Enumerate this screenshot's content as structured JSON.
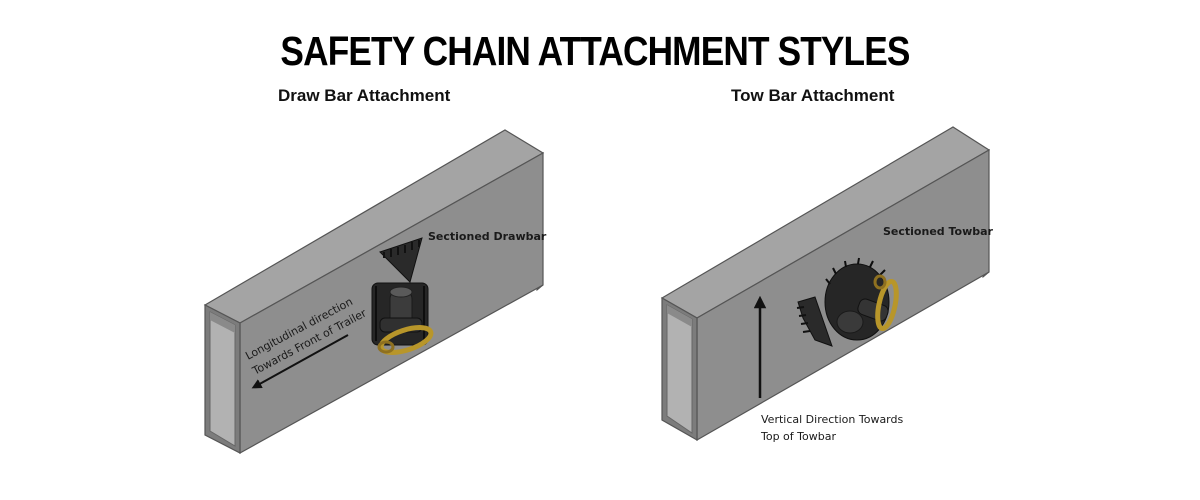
{
  "title": "SAFETY CHAIN ATTACHMENT STYLES",
  "left": {
    "heading": "Draw Bar Attachment",
    "section_label": "Sectioned Drawbar",
    "direction_line1": "Longitudinal direction",
    "direction_line2": "Towards Front of Trailer"
  },
  "right": {
    "heading": "Tow Bar Attachment",
    "section_label": "Sectioned Towbar",
    "direction_line1": "Vertical Direction Towards",
    "direction_line2": "Top of Towbar"
  },
  "colors": {
    "steel_face": "#8e8e8e",
    "steel_top": "#a4a4a4",
    "steel_edge": "#555555",
    "part_dark": "#2a2a2a",
    "chain_link": "#b8962a"
  }
}
